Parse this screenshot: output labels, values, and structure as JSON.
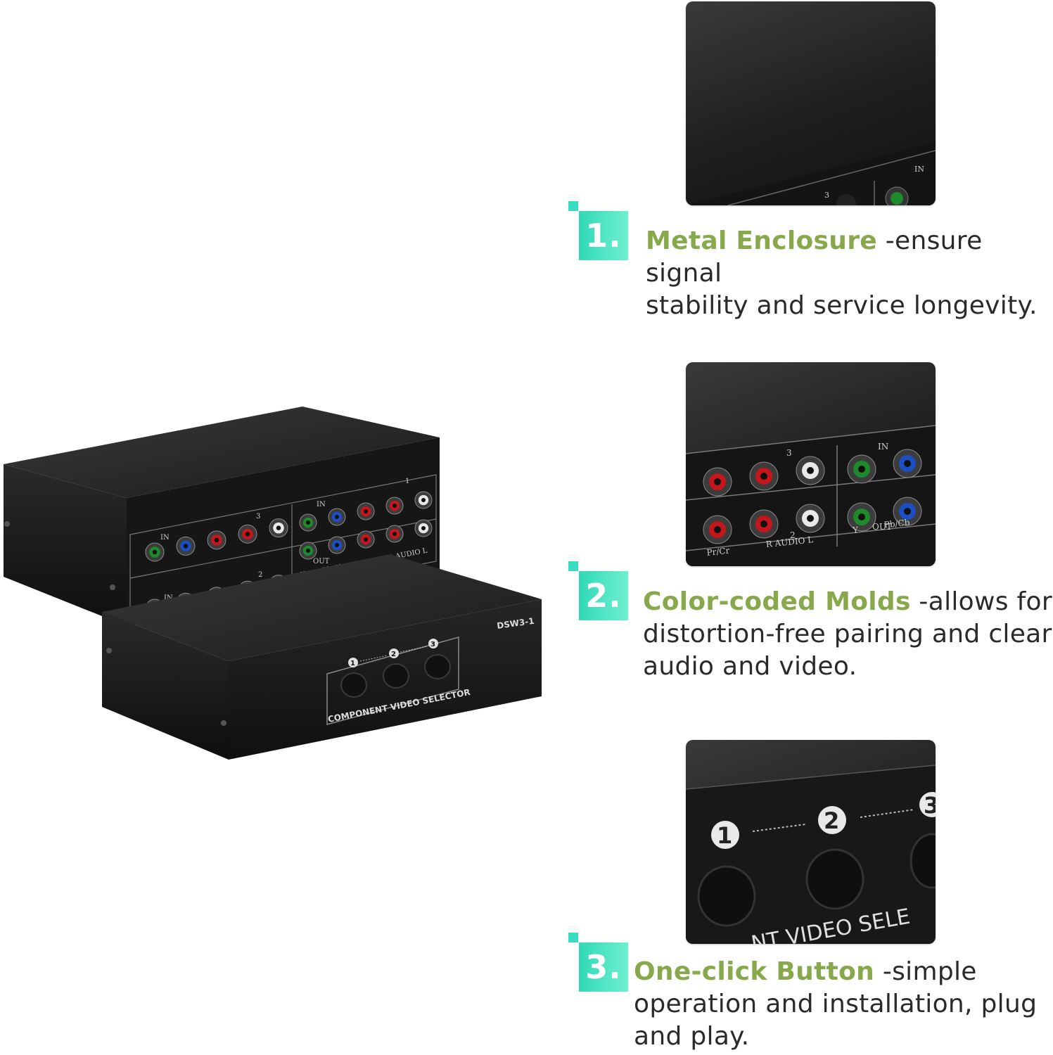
{
  "colors": {
    "accent_teal": "#2fd9b7",
    "title_green": "#88a94b",
    "body_text": "#2a2a2a",
    "device_black": "#1c1c1c",
    "jack_green": "#1f8a2c",
    "jack_blue": "#1d4fc4",
    "jack_red": "#c4161c",
    "jack_white": "#e8e8e8"
  },
  "product": {
    "model": "DSW3-1",
    "front_label": "COMPONENT VIDEO SELECTOR",
    "buttons": [
      "1",
      "2",
      "3"
    ],
    "panel_in": "IN",
    "panel_out": "OUT",
    "group_1": "1",
    "group_2": "2",
    "group_3": "3",
    "col_y": "Y",
    "col_pb": "Pb/Cb",
    "col_pr": "Pr/Cr",
    "col_audio": "R AUDIO L"
  },
  "photos": {
    "p1_in": "IN",
    "p1_group": "3",
    "p2_in": "IN",
    "p2_group3": "3",
    "p2_group2": "2",
    "p2_out": "OUT",
    "p2_y": "Y",
    "p2_pb": "Pb/Cb",
    "p2_pr": "Pr/Cr",
    "p2_audio": "R AUDIO L",
    "p3_b1": "1",
    "p3_b2": "2",
    "p3_b3": "3",
    "p3_label": "NT VIDEO SELE"
  },
  "features": [
    {
      "number": "1.",
      "title": "Metal Enclosure",
      "desc_1": " -ensure signal",
      "desc_2": "stability and service longevity."
    },
    {
      "number": "2.",
      "title": "Color-coded Molds",
      "desc_1": " -allows for",
      "desc_2": "distortion-free pairing and clear",
      "desc_3": "audio and video."
    },
    {
      "number": "3.",
      "title": "One-click Button",
      "desc_1": " -simple",
      "desc_2": "operation and installation, plug",
      "desc_3": "and play."
    }
  ]
}
